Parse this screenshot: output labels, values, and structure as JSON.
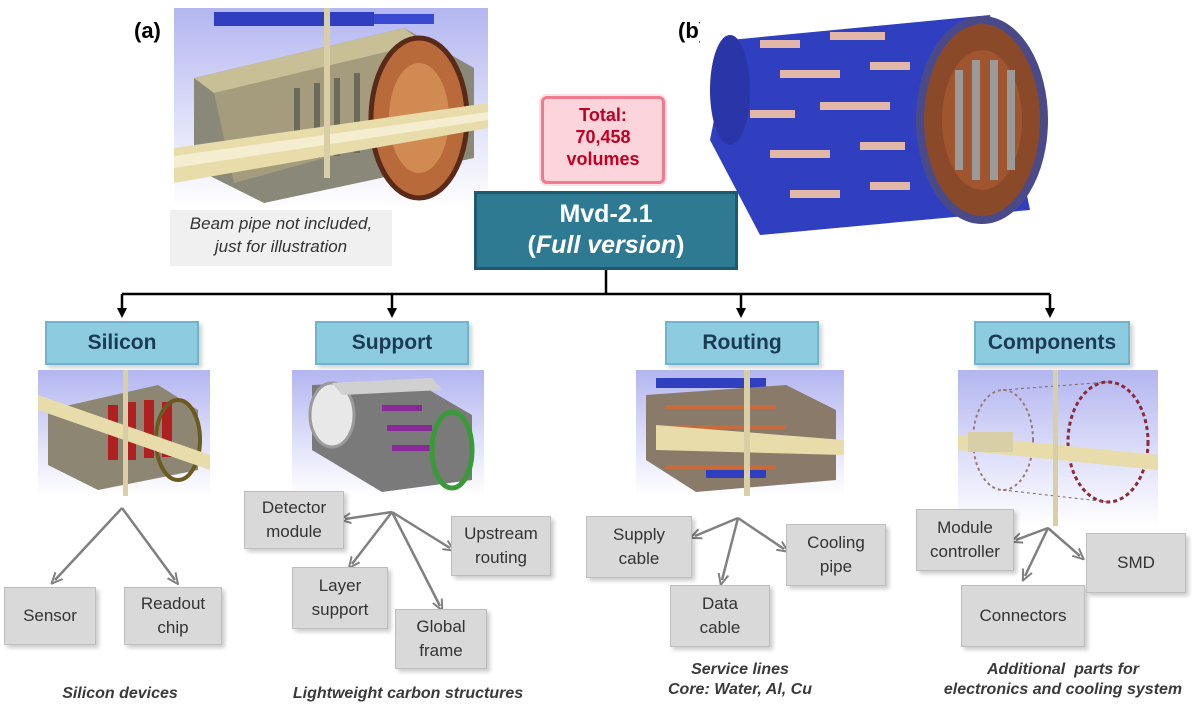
{
  "panels": {
    "a": "(a)",
    "b": "(b)"
  },
  "beam_note": {
    "line1": "Beam pipe not included,",
    "line2": "just for illustration"
  },
  "total": {
    "line1": "Total:",
    "line2": "70,458",
    "line3": "volumes"
  },
  "root": {
    "line1": "Mvd-2.1",
    "line2_open": "(",
    "line2_italic": "Full version",
    "line2_close": ")"
  },
  "categories": [
    {
      "label": "Silicon",
      "children": [
        {
          "line1": "Sensor",
          "line2": ""
        },
        {
          "line1": "Readout",
          "line2": "chip"
        }
      ],
      "caption": {
        "line1": "Silicon devices",
        "line2": ""
      }
    },
    {
      "label": "Support",
      "children": [
        {
          "line1": "Detector",
          "line2": "module"
        },
        {
          "line1": "Layer",
          "line2": "support"
        },
        {
          "line1": "Global",
          "line2": "frame"
        },
        {
          "line1": "Upstream",
          "line2": "routing"
        }
      ],
      "caption": {
        "line1": "Lightweight carbon structures",
        "line2": ""
      }
    },
    {
      "label": "Routing",
      "children": [
        {
          "line1": "Supply",
          "line2": "cable"
        },
        {
          "line1": "Data",
          "line2": "cable"
        },
        {
          "line1": "Cooling",
          "line2": "pipe"
        }
      ],
      "caption": {
        "line1": "Service lines",
        "line2": "Core: Water, Al, Cu"
      }
    },
    {
      "label": "Components",
      "children": [
        {
          "line1": "Module",
          "line2": "controller"
        },
        {
          "line1": "Connectors",
          "line2": ""
        },
        {
          "line1": "SMD",
          "line2": ""
        }
      ],
      "caption": {
        "line1": "Additional  parts for",
        "line2": "electronics and cooling system"
      }
    }
  ],
  "colors": {
    "root_fill": "#2e7a92",
    "category_fill": "#8dcbe0",
    "subitem_fill": "#d9d9d9",
    "total_text": "#c00020",
    "total_fill": "#fcd4dc",
    "connector_black": "#000000",
    "connector_gray": "#808080"
  }
}
